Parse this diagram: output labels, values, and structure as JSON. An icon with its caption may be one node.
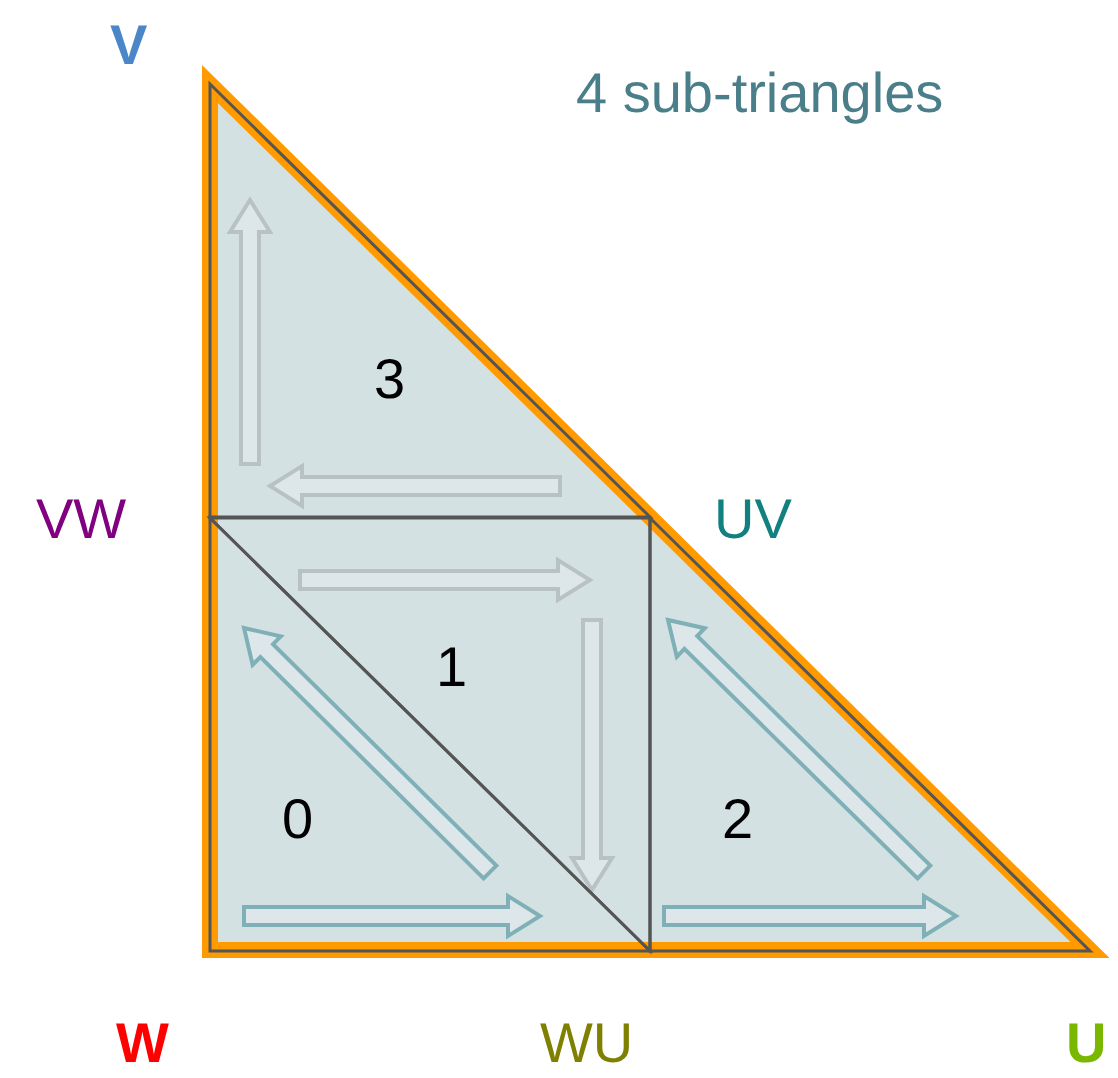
{
  "diagram": {
    "title": "4 sub-triangles",
    "nodes": [
      {
        "text": [],
        "shape": "triangle"
      },
      {
        "text": [
          "3"
        ],
        "in": 0
      },
      {
        "text": [
          "1"
        ],
        "in": 0
      },
      {
        "text": [
          "0"
        ],
        "in": 0
      },
      {
        "text": [
          "2"
        ],
        "in": 0
      }
    ],
    "labels": [
      "V",
      "VW",
      "UV",
      "W",
      "WU",
      "U"
    ]
  }
}
